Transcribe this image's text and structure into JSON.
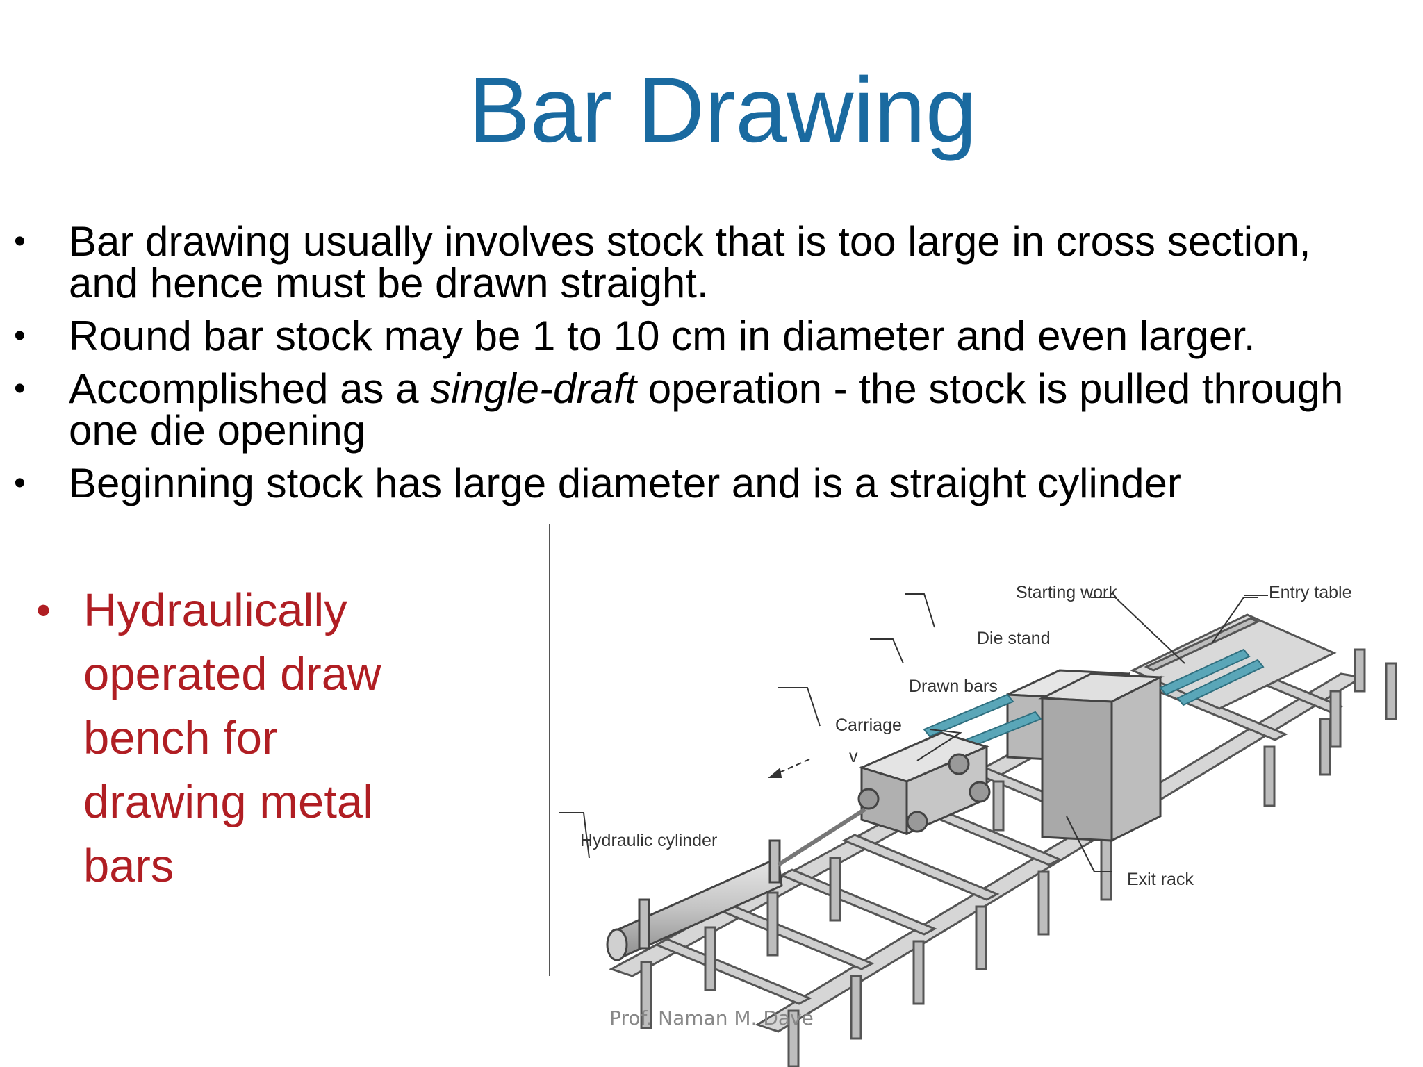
{
  "slide": {
    "title": "Bar Drawing",
    "bullets": [
      "Bar drawing usually involves stock that is too large in cross section, and hence must be drawn straight.",
      "Round bar stock may be 1 to 10 cm in diameter and even larger.",
      {
        "before": "Accomplished as a ",
        "italic": "single-draft",
        "after": " operation - the stock is pulled through one die opening"
      },
      "Beginning stock has large diameter and is a straight cylinder"
    ],
    "bullet_symbol": "•",
    "side_note": "Hydraulically operated draw bench for drawing metal bars",
    "footer": "Prof. Naman M. Dave"
  },
  "figure": {
    "labels": {
      "starting_work": "Starting work",
      "entry_table": "Entry table",
      "die_stand": "Die stand",
      "drawn_bars": "Drawn bars",
      "carriage": "Carriage",
      "velocity": "v",
      "hydraulic_cylinder": "Hydraulic cylinder",
      "exit_rack": "Exit rack"
    }
  },
  "colors": {
    "title": "#1a6aa0",
    "side_note": "#b01e23",
    "bars": "#5aa6b8"
  }
}
